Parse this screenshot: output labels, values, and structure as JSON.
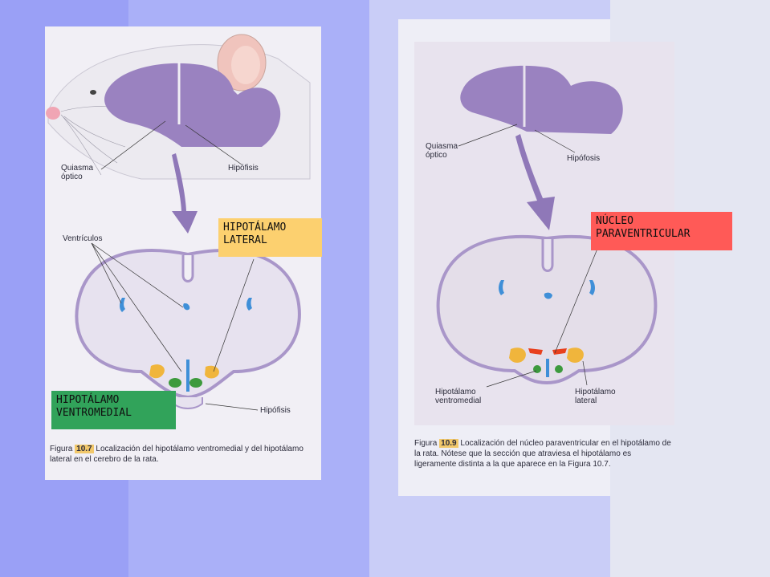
{
  "colors": {
    "page_left": "#9aa0f6",
    "page_mid": "#aab0f8",
    "page_right_a": "#c9cdf7",
    "page_right_b": "#e4e6f2",
    "brain": "#9a82c0",
    "ventricle": "#3f8fd8",
    "lateral_hypothalamus": "#f0b53c",
    "ventromedial": "#3d9a3d",
    "paraventricular": "#e8401e",
    "callout_lateral": "#fcd06f",
    "callout_ventromedial": "#31a35a",
    "callout_paraventricular": "#ff5a57"
  },
  "figure_left": {
    "labels": {
      "optic_chiasm": "Quiasma\nóptico",
      "pituitary_top": "Hipófisis",
      "ventricles": "Ventrículos",
      "pituitary_bottom": "Hipófisis"
    },
    "caption": {
      "figure_word": "Figura",
      "figure_number": "10.7",
      "text": "Localización del hipotálamo ventromedial y del hipotálamo lateral en el cerebro de la rata."
    }
  },
  "figure_right": {
    "labels": {
      "optic_chiasm": "Quiasma\nóptico",
      "pituitary": "Hipófosis",
      "ventromedial": "Hipotálamo\nventromedial",
      "lateral": "Hipotálamo\nlateral"
    },
    "caption": {
      "figure_word": "Figura",
      "figure_number": "10.9",
      "text": "Localización del núcleo paraventricular en el hipotálamo de la rata. Nótese que la sección que atraviesa el hipotálamo es ligeramente distinta a la que aparece en la Figura 10.7."
    }
  },
  "callouts": {
    "lateral": "HIPOTÁLAMO\n LATERAL",
    "ventromedial": "HIPOTÁLAMO\n VENTROMEDIAL",
    "paraventricular": "NÚCLEO\nPARAVENTRICULAR"
  }
}
